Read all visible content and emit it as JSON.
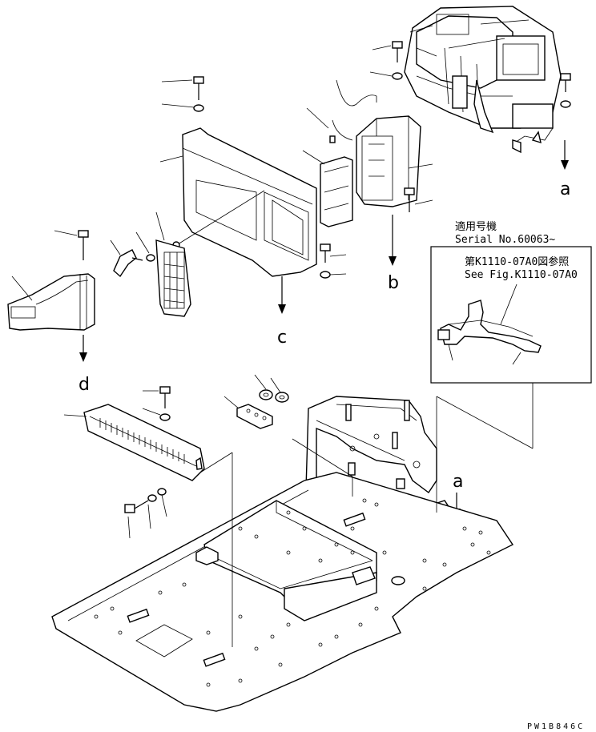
{
  "labels": {
    "a_top": "a",
    "b_top": "b",
    "c_top": "c",
    "d_top": "d",
    "a_bottom": "a",
    "b_bottom": "b",
    "c_bottom": "c",
    "d_bottom": "d"
  },
  "applicability": {
    "title_jp": "適用号機",
    "serial": "Serial No.60063~"
  },
  "inset": {
    "ref_jp": "第K1110-07A0図参照",
    "ref_en": "See Fig.K1110-07A0"
  },
  "drawing_code": "PW1B846C"
}
